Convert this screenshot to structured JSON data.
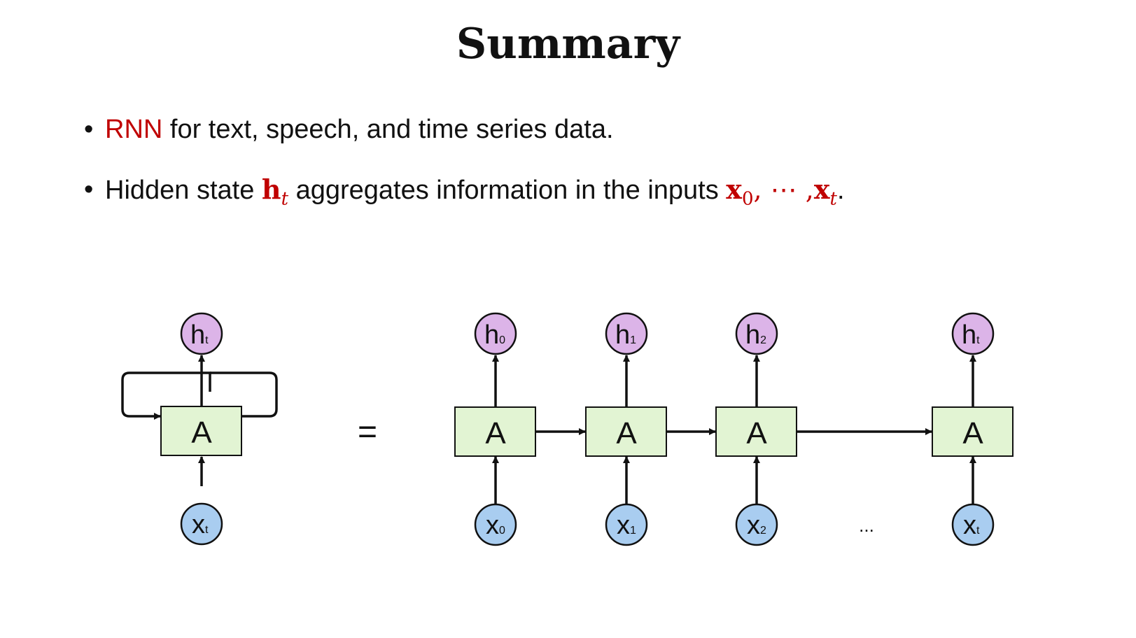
{
  "title": "Summary",
  "bullets": [
    {
      "highlight": "RNN",
      "rest": " for text, speech, and time series data."
    },
    {
      "prefix": "Hidden state ",
      "h_symbol": "h",
      "h_sub": "t",
      "middle": " aggregates information in the inputs ",
      "x_symbol": "x",
      "x0_sub": "0",
      "sep": ", ⋯ ,",
      "xt_sub": "t",
      "end": "."
    }
  ],
  "diagram": {
    "cell_label": "A",
    "equals": "=",
    "ellipsis": "...",
    "rolled": {
      "hidden": [
        "h",
        "t"
      ],
      "input": [
        "x",
        "t"
      ]
    },
    "unrolled": [
      {
        "hidden": [
          "h",
          "0"
        ],
        "input": [
          "x",
          "0"
        ]
      },
      {
        "hidden": [
          "h",
          "1"
        ],
        "input": [
          "x",
          "1"
        ]
      },
      {
        "hidden": [
          "h",
          "2"
        ],
        "input": [
          "x",
          "2"
        ]
      },
      {
        "hidden": [
          "h",
          "t"
        ],
        "input": [
          "x",
          "t"
        ]
      }
    ]
  },
  "colors": {
    "accent_red": "#c00000",
    "cell_fill": "#e2f4d3",
    "hidden_fill": "#dcb4e8",
    "input_fill": "#a9cdf0",
    "stroke": "#111111"
  }
}
